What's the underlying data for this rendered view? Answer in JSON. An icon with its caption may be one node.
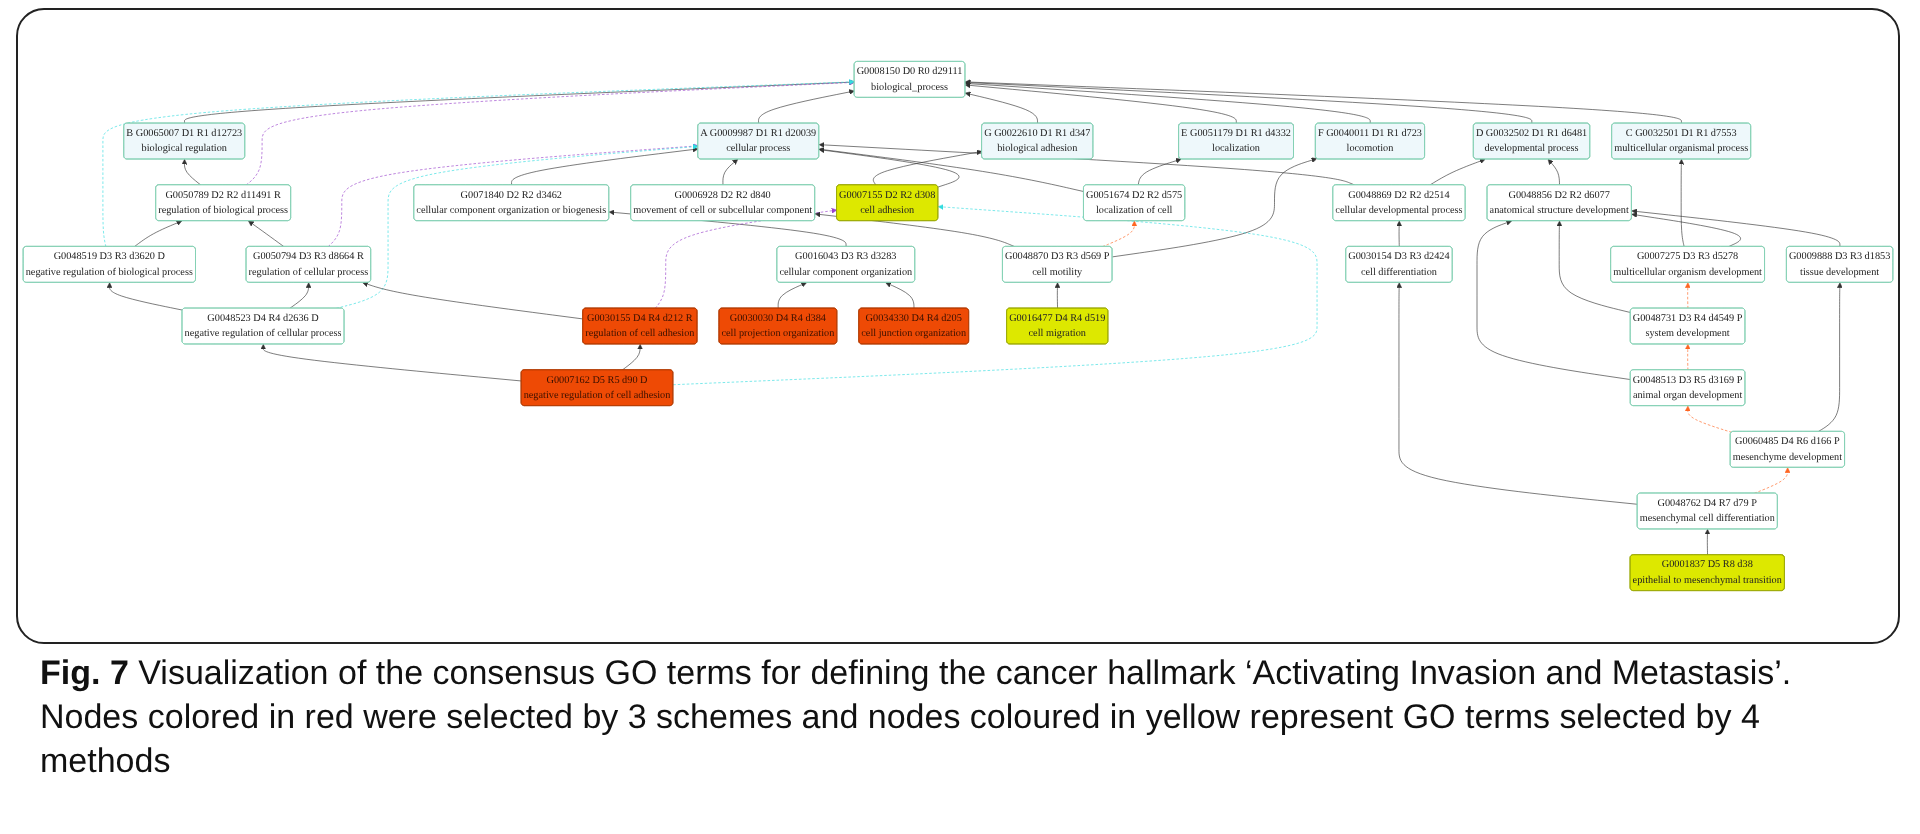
{
  "diagram": {
    "nodes": [
      {
        "text": [
          "G0008150 D0 R0 d29111",
          "biological_process"
        ]
      },
      {
        "text": [
          "B G0065007 D1 R1 d12723",
          "biological regulation"
        ]
      },
      {
        "text": [
          "G G0022610 D1 R1 d347",
          "biological adhesion"
        ]
      },
      {
        "text": [
          "A G0009987 D1 R1 d20039",
          "cellular process"
        ]
      },
      {
        "text": [
          "E G0051179 D1 R1 d4332",
          "localization"
        ]
      },
      {
        "text": [
          "F G0040011 D1 R1 d723",
          "locomotion"
        ]
      },
      {
        "text": [
          "D G0032502 D1 R1 d6481",
          "developmental process"
        ]
      },
      {
        "text": [
          "C G0032501 D1 R1 d7553",
          "multicellular organismal process"
        ]
      },
      {
        "text": [
          "G0050789 D2 R2 d11491 R",
          "regulation of biological process"
        ]
      },
      {
        "text": [
          "G0007155 D2 R2 d308",
          "cell adhesion"
        ]
      },
      {
        "text": [
          "G0071840 D2 R2 d3462",
          "cellular component organization or biogenesis"
        ]
      },
      {
        "text": [
          "G0006928 D2 R2 d840",
          "movement of cell or subcellular component"
        ]
      },
      {
        "text": [
          "G0051674 D2 R2 d575",
          "localization of cell"
        ]
      },
      {
        "text": [
          "G0048869 D2 R2 d2514",
          "cellular developmental process"
        ]
      },
      {
        "text": [
          "G0048856 D2 R2 d6077",
          "anatomical structure development"
        ]
      },
      {
        "text": [
          "G0048519 D3 R3 d3620 D",
          "negative regulation of biological process"
        ]
      },
      {
        "text": [
          "G0050794 D3 R3 d8664 R",
          "regulation of cellular process"
        ]
      },
      {
        "text": [
          "G0016043 D3 R3 d3283",
          "cellular component organization"
        ]
      },
      {
        "text": [
          "G0048870 D3 R3 d569 P",
          "cell motility"
        ]
      },
      {
        "text": [
          "G0007275 D3 R3 d5278",
          "multicellular organism development"
        ]
      },
      {
        "text": [
          "G0048523 D4 R4 d2636 D",
          "negative regulation of cellular process"
        ]
      },
      {
        "text": [
          "G0030155 D4 R4 d212 R",
          "regulation of cell adhesion"
        ]
      },
      {
        "text": [
          "G0030030 D4 R4 d384",
          "cell projection organization"
        ]
      },
      {
        "text": [
          "G0034330 D4 R4 d205",
          "cell junction organization"
        ]
      },
      {
        "text": [
          "G0016477 D4 R4 d519",
          "cell migration"
        ]
      },
      {
        "text": [
          "G0048731 D3 R4 d4549 P",
          "system development"
        ]
      },
      {
        "text": [
          "G0007162 D5 R5 d90 D",
          "negative regulation of cell adhesion"
        ]
      },
      {
        "text": [
          "G0048513 D3 R5 d3169 P",
          "animal organ development"
        ]
      },
      {
        "text": [
          "G0009888 D3 R3 d1853",
          "tissue development"
        ]
      },
      {
        "text": [
          "G0030154 D3 R3 d2424",
          "cell differentiation"
        ]
      },
      {
        "text": [
          "G0060485 D4 R6 d166 P",
          "mesenchyme development"
        ]
      },
      {
        "text": [
          "G0048762 D4 R7 d79 P",
          "mesenchymal cell differentiation"
        ]
      },
      {
        "text": [
          "G0001837 D5 R8 d38",
          "epithelial to mesenchymal transition"
        ]
      }
    ],
    "edges": [
      {
        "from": 1,
        "to": 0,
        "arrow": "to"
      },
      {
        "from": 2,
        "to": 0,
        "arrow": "to"
      },
      {
        "from": 3,
        "to": 0,
        "arrow": "to"
      },
      {
        "from": 4,
        "to": 0,
        "arrow": "to"
      },
      {
        "from": 5,
        "to": 0,
        "arrow": "to"
      },
      {
        "from": 6,
        "to": 0,
        "arrow": "to"
      },
      {
        "from": 7,
        "to": 0,
        "arrow": "to"
      },
      {
        "from": 8,
        "to": 1,
        "arrow": "to"
      },
      {
        "from": 8,
        "to": 0,
        "arrow": "to",
        "style": "dashed",
        "color": "#9944cc"
      },
      {
        "from": 15,
        "to": 0,
        "arrow": "to",
        "style": "dashed",
        "color": "#33dde0"
      },
      {
        "from": 9,
        "to": 2,
        "arrow": "to"
      },
      {
        "from": 9,
        "to": 3,
        "arrow": "to"
      },
      {
        "from": 10,
        "to": 3,
        "arrow": "to"
      },
      {
        "from": 11,
        "to": 3,
        "arrow": "to"
      },
      {
        "from": 12,
        "to": 3,
        "arrow": "to"
      },
      {
        "from": 12,
        "to": 4,
        "arrow": "to"
      },
      {
        "from": 13,
        "to": 3,
        "arrow": "to"
      },
      {
        "from": 13,
        "to": 6,
        "arrow": "to"
      },
      {
        "from": 14,
        "to": 6,
        "arrow": "to"
      },
      {
        "from": 15,
        "to": 8,
        "arrow": "to"
      },
      {
        "from": 16,
        "to": 8,
        "arrow": "to"
      },
      {
        "from": 16,
        "to": 3,
        "arrow": "to",
        "style": "dashed",
        "color": "#9944cc"
      },
      {
        "from": 17,
        "to": 10,
        "arrow": "to"
      },
      {
        "from": 18,
        "to": 11,
        "arrow": "to"
      },
      {
        "from": 18,
        "to": 12,
        "arrow": "to",
        "style": "dashed",
        "color": "#ff6622"
      },
      {
        "from": 18,
        "to": 5,
        "arrow": "to"
      },
      {
        "from": 19,
        "to": 7,
        "arrow": "to"
      },
      {
        "from": 19,
        "to": 14,
        "arrow": "to"
      },
      {
        "from": 20,
        "to": 15,
        "arrow": "to"
      },
      {
        "from": 20,
        "to": 16,
        "arrow": "to"
      },
      {
        "from": 20,
        "to": 3,
        "arrow": "to",
        "style": "dashed",
        "color": "#33dde0"
      },
      {
        "from": 21,
        "to": 16,
        "arrow": "to"
      },
      {
        "from": 21,
        "to": 9,
        "arrow": "to",
        "style": "dashed",
        "color": "#9944cc"
      },
      {
        "from": 22,
        "to": 17,
        "arrow": "to"
      },
      {
        "from": 23,
        "to": 17,
        "arrow": "to"
      },
      {
        "from": 24,
        "to": 18,
        "arrow": "to"
      },
      {
        "from": 25,
        "to": 14,
        "arrow": "to"
      },
      {
        "from": 25,
        "to": 19,
        "arrow": "to",
        "style": "dashed",
        "color": "#ff6622"
      },
      {
        "from": 26,
        "to": 20,
        "arrow": "to"
      },
      {
        "from": 26,
        "to": 21,
        "arrow": "to"
      },
      {
        "from": 26,
        "to": 9,
        "arrow": "to",
        "style": "dashed",
        "color": "#33dde0"
      },
      {
        "from": 27,
        "to": 14,
        "arrow": "to"
      },
      {
        "from": 27,
        "to": 25,
        "arrow": "to",
        "style": "dashed",
        "color": "#ff6622"
      },
      {
        "from": 28,
        "to": 14,
        "arrow": "to"
      },
      {
        "from": 29,
        "to": 13,
        "arrow": "to"
      },
      {
        "from": 30,
        "to": 27,
        "arrow": "to",
        "style": "dashed",
        "color": "#ff6622"
      },
      {
        "from": 30,
        "to": 28,
        "arrow": "to"
      },
      {
        "from": 31,
        "to": 29,
        "arrow": "to"
      },
      {
        "from": 31,
        "to": 30,
        "arrow": "to",
        "style": "dashed",
        "color": "#ff6622"
      },
      {
        "from": 32,
        "to": 31,
        "arrow": "to"
      }
    ],
    "caption": "**Fig. 7** Visualization of the consensus GO terms for defining the cancer hallmark ‘Activating Invasion and Metastasis’. Nodes colored in red were selected by 3 schemes and nodes coloured in yellow represent GO terms selected by 4 methods"
  }
}
